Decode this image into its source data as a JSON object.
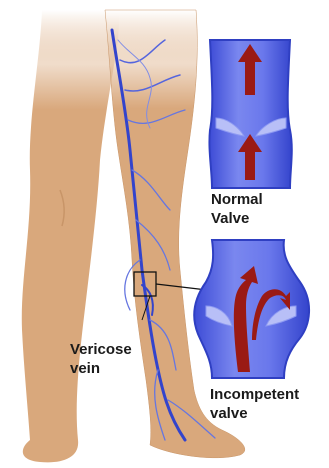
{
  "labels": {
    "normal_valve": [
      "Normal",
      "Valve"
    ],
    "varicose_vein": [
      "Vericose",
      "vein"
    ],
    "incompetent_valve": [
      "Incompetent",
      "valve"
    ]
  },
  "colors": {
    "skin": "#d9a87c",
    "skin_shadow": "#c89568",
    "vein_dark": "#3344cc",
    "vein_light": "#7f8ce6",
    "vessel_fill": "#5d6ce8",
    "vessel_light": "#8e9af2",
    "vessel_edge": "#2f3fc2",
    "valve_flap": "#b8bff7",
    "blood_arrow": "#9a1a14",
    "callout_line": "#111111"
  },
  "flow": {
    "normal_valve": "upward",
    "incompetent_valve": "backflow"
  }
}
